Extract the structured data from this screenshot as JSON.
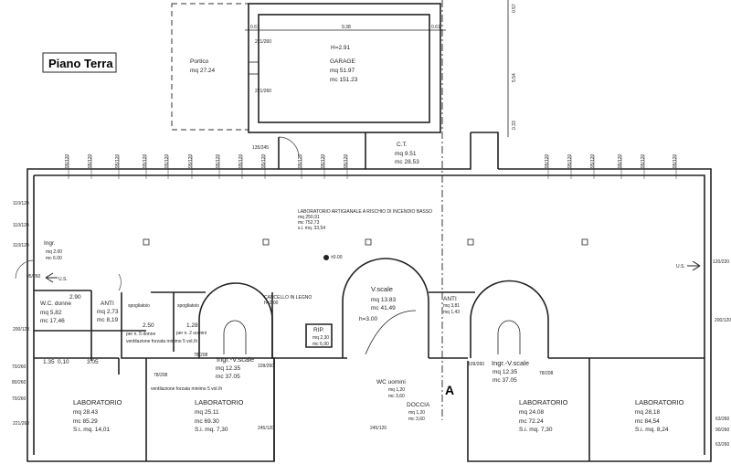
{
  "title": "Piano Terra",
  "section_marker": "A",
  "garage": {
    "height": "H=2.91",
    "name": "GARAGE",
    "mq": "mq  51.97",
    "mc": "mc  151.23",
    "dim_width": "9.38",
    "dim_left": "0.61",
    "dim_right": "0.61"
  },
  "portico": {
    "name": "Portico",
    "mq": "mq  27.24"
  },
  "ct": {
    "name": "C.T.",
    "mq": "mq   9.51",
    "mc": "mc   28.53"
  },
  "right_dims": [
    "0.57",
    "5.54",
    "0.33"
  ],
  "main_hall": {
    "name": "LABORATORIO ARTIGIANALE A RISCHIO DI INCENDIO BASSO",
    "mq": "mq 250,91",
    "mc": "mc 752,73",
    "si": "s.i. mq. 33,54",
    "level": "±0.00"
  },
  "ingr": {
    "name": "Ingr.",
    "mq": "mq 2.00",
    "mc": "mc 6.00"
  },
  "us_left": "U.S.",
  "us_right": "U.S.",
  "wc_donne": {
    "name": "W.C. donne",
    "mq": "mq  5,82",
    "mc": "mc  17,46",
    "dim": "2.90"
  },
  "anti_left": {
    "name": "ANTI",
    "mq": "mq 2,73",
    "mc": "mc 8,19"
  },
  "spogliatoio_1": {
    "name": "spogliatoio",
    "note": "per n. 5 donne",
    "vent": "ventilazione forzata minimo 5 vol./h",
    "dim": "2.50"
  },
  "spogliatoio_2": {
    "name": "spogliatoio",
    "note": "per n. 2 uomini",
    "dim": "1.28"
  },
  "bottom_dims": [
    "1.35",
    "0,10",
    "3.05"
  ],
  "vent_mid": "ventilazione forzata minimo 5 vol./h",
  "cancello": {
    "name": "CANCELLO IN LEGNO",
    "h": "h=2,00"
  },
  "rip": {
    "name": "RIP.",
    "mq": "mq  2,30",
    "mc": "mc  6,90"
  },
  "vscale": {
    "name": "V.scale",
    "mq": "mq  13.83",
    "mc": "mc  41.49",
    "h": "h=3.00"
  },
  "ingr_vscale_left": {
    "name": "Ingr.-V.scale",
    "mq": "mq  12.35",
    "mc": "mc  37.05"
  },
  "ingr_vscale_right": {
    "name": "Ingr.-V.scale",
    "mq": "mq  12.35",
    "mc": "mc  37.05"
  },
  "anti_right": {
    "name": "ANTI",
    "mq": "mq  3,81",
    "mc": "mq 1,43"
  },
  "wc_uomini": {
    "name": "WC uomini",
    "mq": "mq  1,20",
    "mc": "mc  3,60"
  },
  "doccia": {
    "name": "DOCCIA",
    "mq": "mq  1,20",
    "mc": "mc  3,60"
  },
  "labs": [
    {
      "name": "LABORATORIO",
      "mq": "mq  28.43",
      "mc": "mc  85.29",
      "si": "S.i.  mq.  14,01"
    },
    {
      "name": "LABORATORIO",
      "mq": "mq  25.11",
      "mc": "mc  69.30",
      "si": "S.i.  mq.  7,30"
    },
    {
      "name": "LABORATORIO",
      "mq": "mq  24.08",
      "mc": "mc  72.24",
      "si": "S.i.  mq.  7,30"
    },
    {
      "name": "LABORATORIO",
      "mq": "mq  28,18",
      "mc": "mc  84,54",
      "si": "S.i.  mq.  8,24"
    }
  ],
  "window_dims_top": [
    "95/120",
    "95/120",
    "95/120",
    "95/120",
    "95/120",
    "95/120",
    "95/120",
    "95/120",
    "95/120",
    "95/120",
    "95/120",
    "95/120",
    "95/120",
    "95/120",
    "95/120",
    "95/120",
    "95/120",
    "95/120"
  ],
  "opening_dims": [
    "221/260",
    "221/260",
    "135/245",
    "110/120",
    "110/120",
    "110/120",
    "95/260",
    "200/120",
    "70/260",
    "80/260",
    "70/260",
    "221/260",
    "245/120",
    "78/208",
    "78/208",
    "109/260",
    "109/260",
    "78/208",
    "120/220",
    "200/120",
    "63/260",
    "90/260",
    "63/260",
    "245/120"
  ]
}
